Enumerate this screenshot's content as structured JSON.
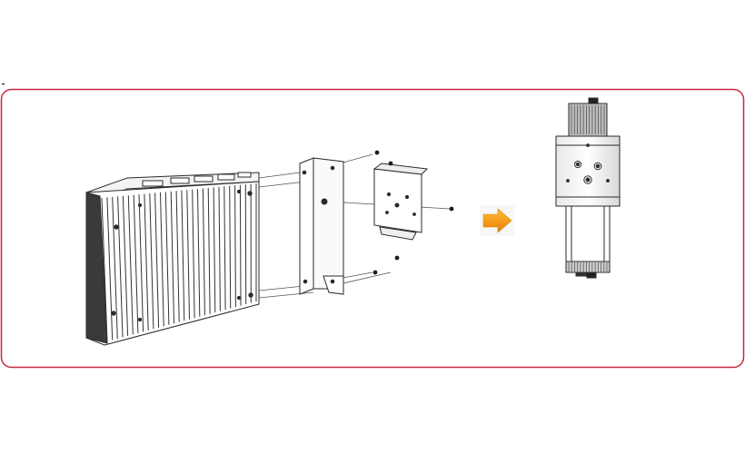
{
  "figure": {
    "frame_color": "#c8283c",
    "arrow_colors": {
      "light": "#fbbf3a",
      "mid": "#f59a1a",
      "dark": "#e07d10"
    },
    "line_color": "#2a2a2a",
    "steps": [
      {
        "id": "exploded-view",
        "icon": "din-rail-mounting-exploded"
      },
      {
        "id": "assembled-view",
        "icon": "din-rail-mounted-front"
      }
    ],
    "arrow_icon": "right-arrow-icon"
  }
}
